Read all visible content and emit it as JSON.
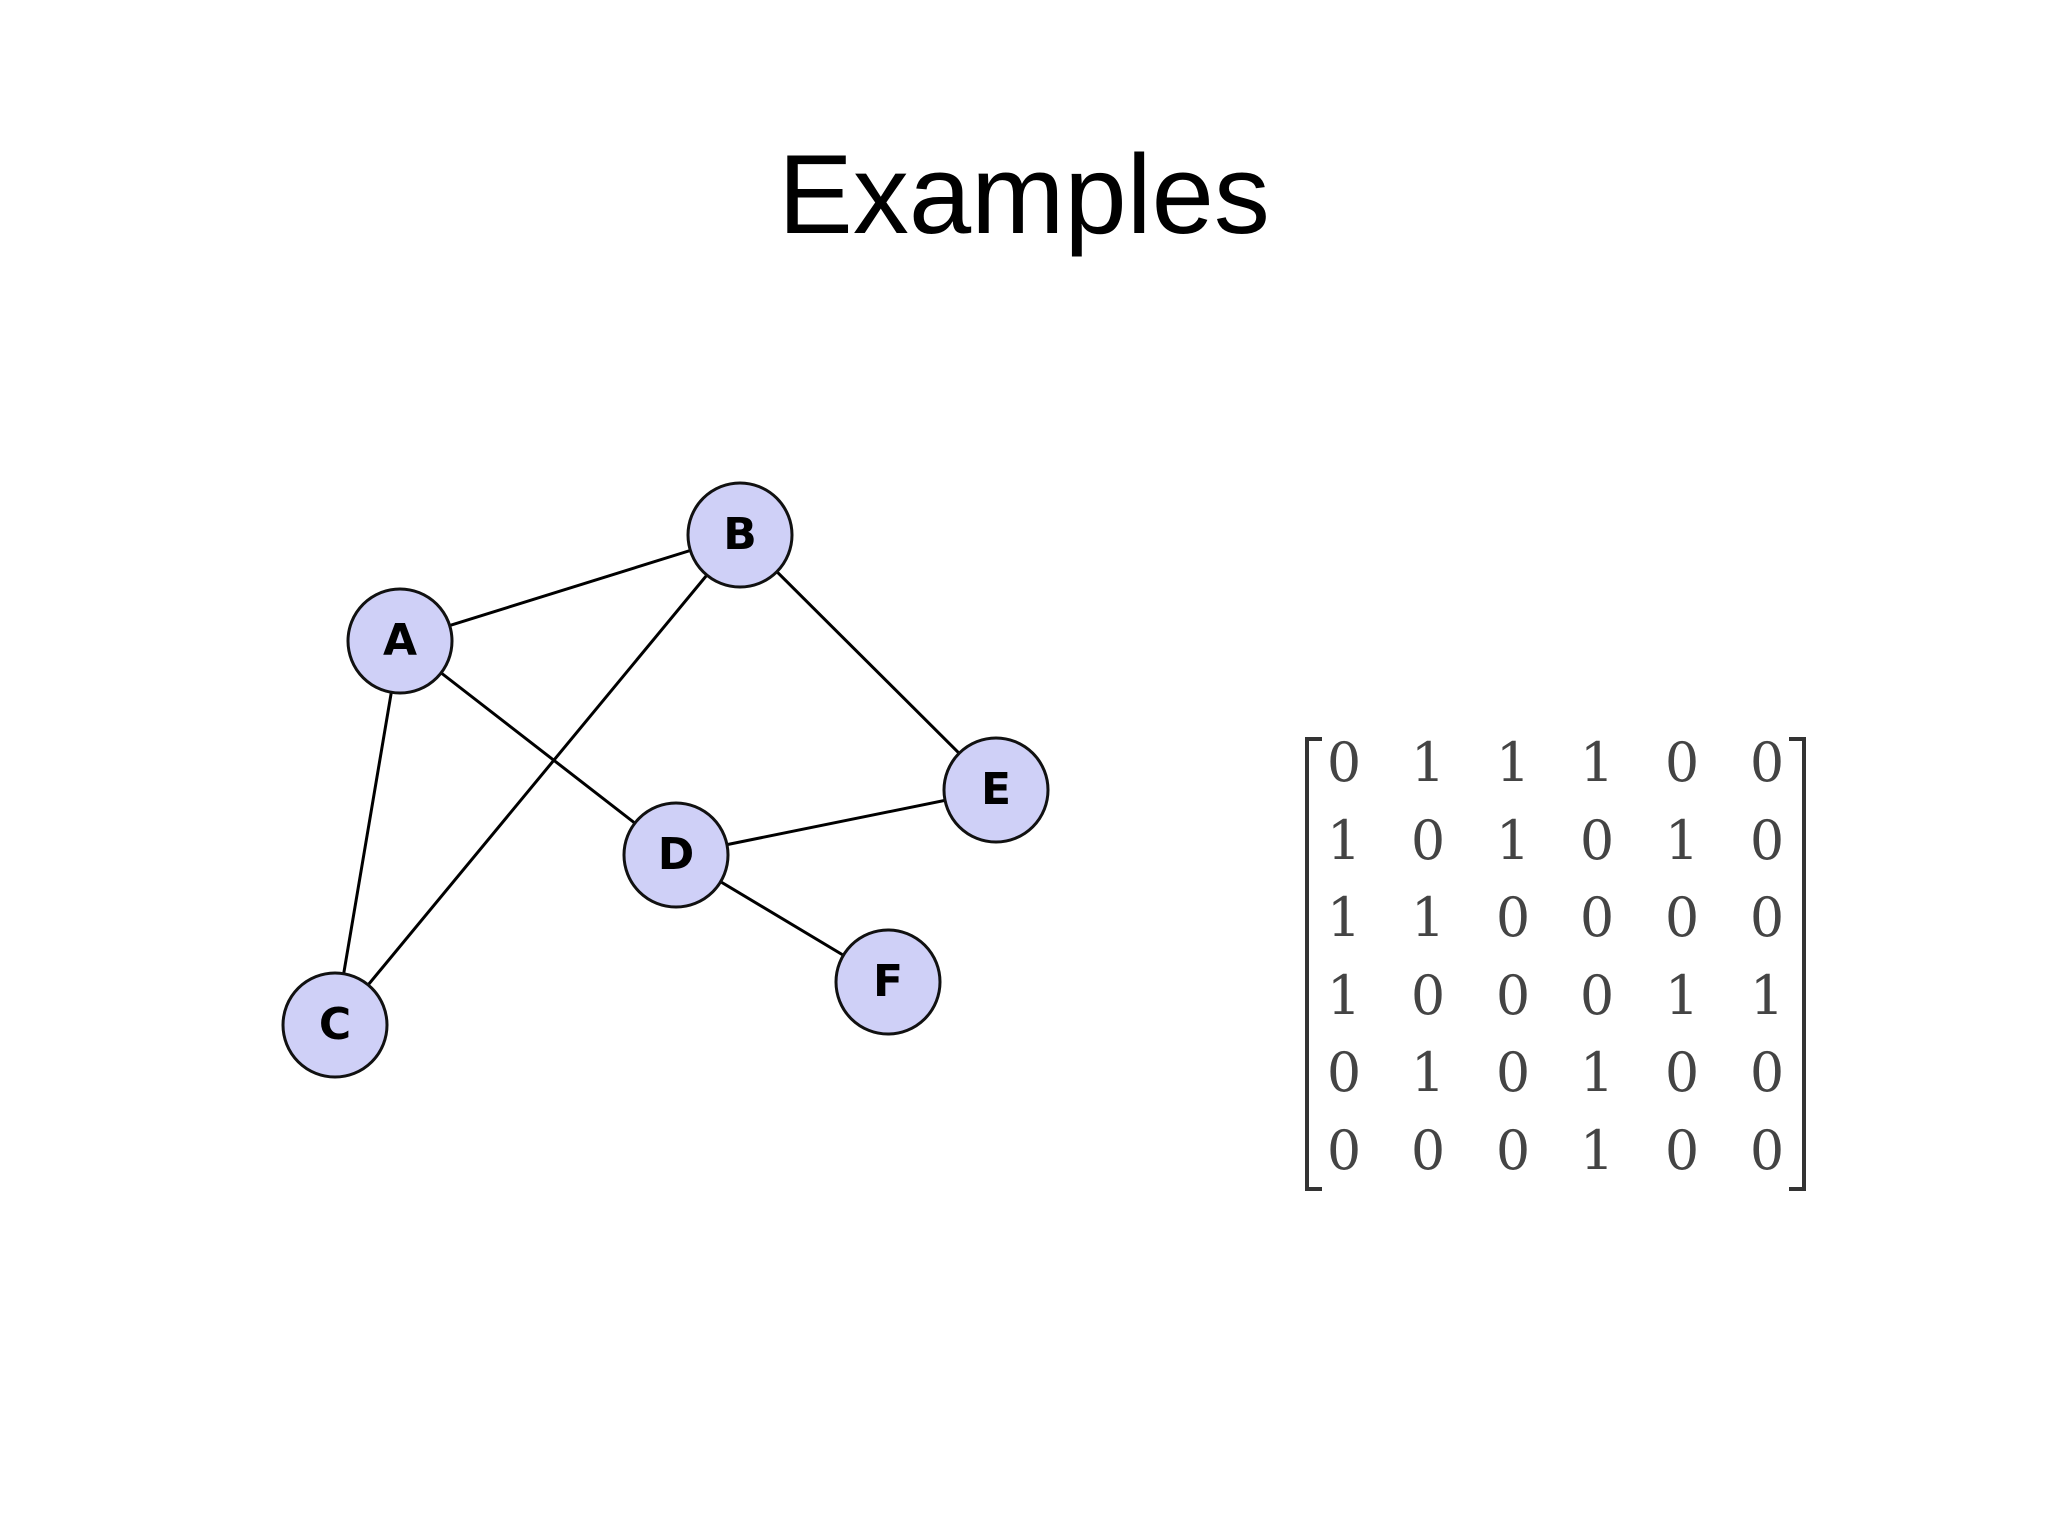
{
  "slide": {
    "title": "Examples"
  },
  "colors": {
    "node_fill": "#cfd0f7",
    "node_stroke": "#111111",
    "edge": "#000000",
    "text": "#000000",
    "matrix_text": "#444444"
  },
  "graph": {
    "nodes": [
      {
        "id": "A",
        "label": "A"
      },
      {
        "id": "B",
        "label": "B"
      },
      {
        "id": "C",
        "label": "C"
      },
      {
        "id": "D",
        "label": "D"
      },
      {
        "id": "E",
        "label": "E"
      },
      {
        "id": "F",
        "label": "F"
      }
    ],
    "edges": [
      [
        "A",
        "B"
      ],
      [
        "A",
        "C"
      ],
      [
        "A",
        "D"
      ],
      [
        "B",
        "C"
      ],
      [
        "B",
        "E"
      ],
      [
        "D",
        "E"
      ],
      [
        "D",
        "F"
      ]
    ]
  },
  "matrix": {
    "rows": [
      [
        "0",
        "1",
        "1",
        "1",
        "0",
        "0"
      ],
      [
        "1",
        "0",
        "1",
        "0",
        "1",
        "0"
      ],
      [
        "1",
        "1",
        "0",
        "0",
        "0",
        "0"
      ],
      [
        "1",
        "0",
        "0",
        "0",
        "1",
        "1"
      ],
      [
        "0",
        "1",
        "0",
        "1",
        "0",
        "0"
      ],
      [
        "0",
        "0",
        "0",
        "1",
        "0",
        "0"
      ]
    ]
  }
}
